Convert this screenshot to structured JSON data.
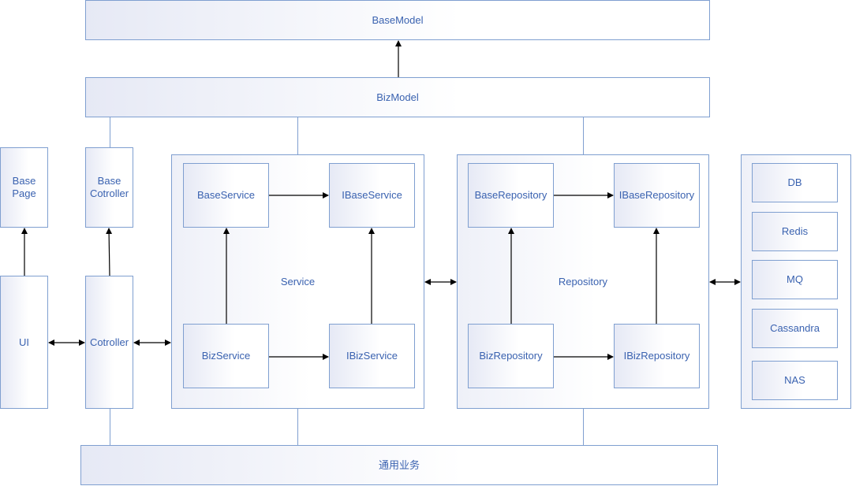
{
  "nodes": {
    "basemodel": "BaseModel",
    "bizmodel": "BizModel",
    "basepage": "Base\nPage",
    "basecontroller": "Base\nCotroller",
    "ui": "UI",
    "controller": "Cotroller",
    "service_group": "Service",
    "baseservice": "BaseService",
    "ibaseservice": "IBaseService",
    "bizservice": "BizService",
    "ibizservice": "IBizService",
    "repository_group": "Repository",
    "baserepository": "BaseRepository",
    "ibaserepository": "IBaseRepository",
    "bizrepository": "BizRepository",
    "ibizrepository": "IBizRepository",
    "common": "通用业务"
  },
  "storage": {
    "items": [
      "DB",
      "Redis",
      "MQ",
      "Cassandra",
      "NAS"
    ]
  },
  "colors": {
    "border": "#7f9fd0",
    "text": "#3a62b0",
    "arrow": "#000000"
  }
}
